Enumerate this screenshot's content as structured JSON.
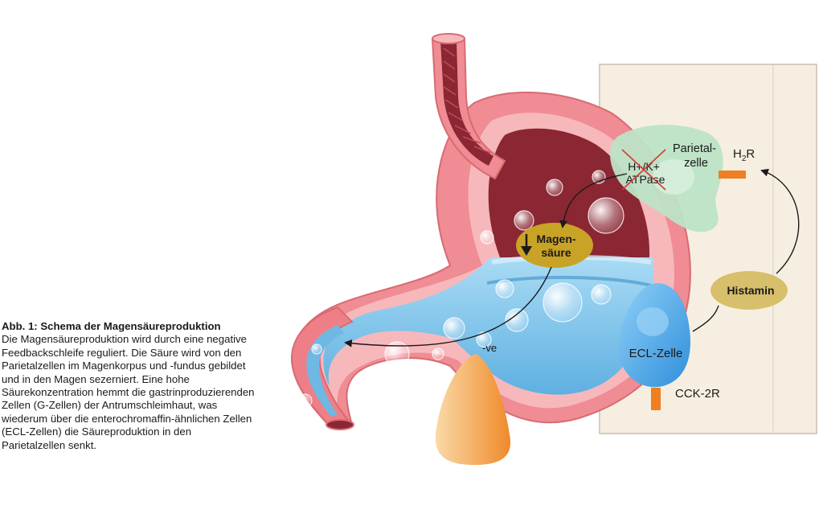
{
  "caption": {
    "title": "Abb. 1: Schema der Magensäureproduktion",
    "text": "Die Magensäureproduktion wird durch eine negative Feedbackschleife reguliert. Die Säure wird von den Parietalzellen im Magenkorpus und -fundus gebildet und in den Magen sezerniert. Eine hohe Säurekonzentration hemmt die gastrinproduzierenden Zellen (G-Zellen) der Antrumschleimhaut, was wiederum über die enterochromaffin-ähnlichen Zellen (ECL-Zellen) die Säureproduktion in den Parietalzellen senkt."
  },
  "labels": {
    "parietal_line1": "Parietal-",
    "parietal_line2": "zelle",
    "atpase_line1": "H+/K+",
    "atpase_line2": "ATPase",
    "h2r_main": "H",
    "h2r_sub": "2",
    "h2r_end": "R",
    "acid_line1": "Magen-",
    "acid_line2": "säure",
    "histamin": "Histamin",
    "ecl": "ECL-Zelle",
    "cck2r": "CCK-2R",
    "negative": "-ve"
  },
  "colors": {
    "panel_bg": "#f6efe1",
    "panel_border": "#c8bfae",
    "parietal_cell": "#bde3c6",
    "ecl_cell": "#4aa8e8",
    "g_cell": "#f5a04c",
    "acid_bubble": "#c9a326",
    "histamin_bubble": "#d7bf6b",
    "receptor": "#ee7f22",
    "stomach_outer": "#f08c93",
    "stomach_inner": "#8a2733",
    "gastric_fluid": "#7cc2ea"
  }
}
